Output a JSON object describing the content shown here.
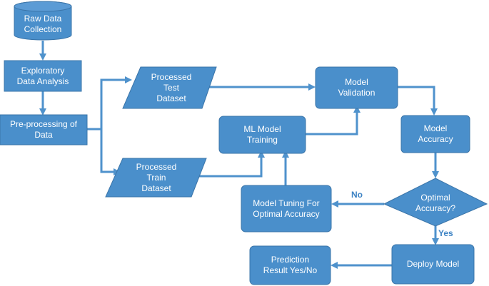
{
  "colors": {
    "node_fill": "#4a8fcb",
    "node_stroke": "#3a74a8",
    "edge": "#4f92cc",
    "edge_label": "#3d83c4"
  },
  "nodes": {
    "raw_data": "Raw Data\nCollection",
    "eda": "Exploratory\nData Analysis",
    "preprocessing": "Pre-processing of\nData",
    "test_dataset": "Processed\nTest\nDataset",
    "train_dataset": "Processed\nTrain\nDataset",
    "ml_training": "ML Model\nTraining",
    "validation": "Model\nValidation",
    "accuracy": "Model\nAccuracy",
    "optimal": "Optimal\nAccuracy?",
    "tuning": "Model Tuning For\nOptimal Accuracy",
    "deploy": "Deploy Model",
    "prediction": "Prediction\nResult Yes/No"
  },
  "edge_labels": {
    "no": "No",
    "yes": "Yes"
  }
}
